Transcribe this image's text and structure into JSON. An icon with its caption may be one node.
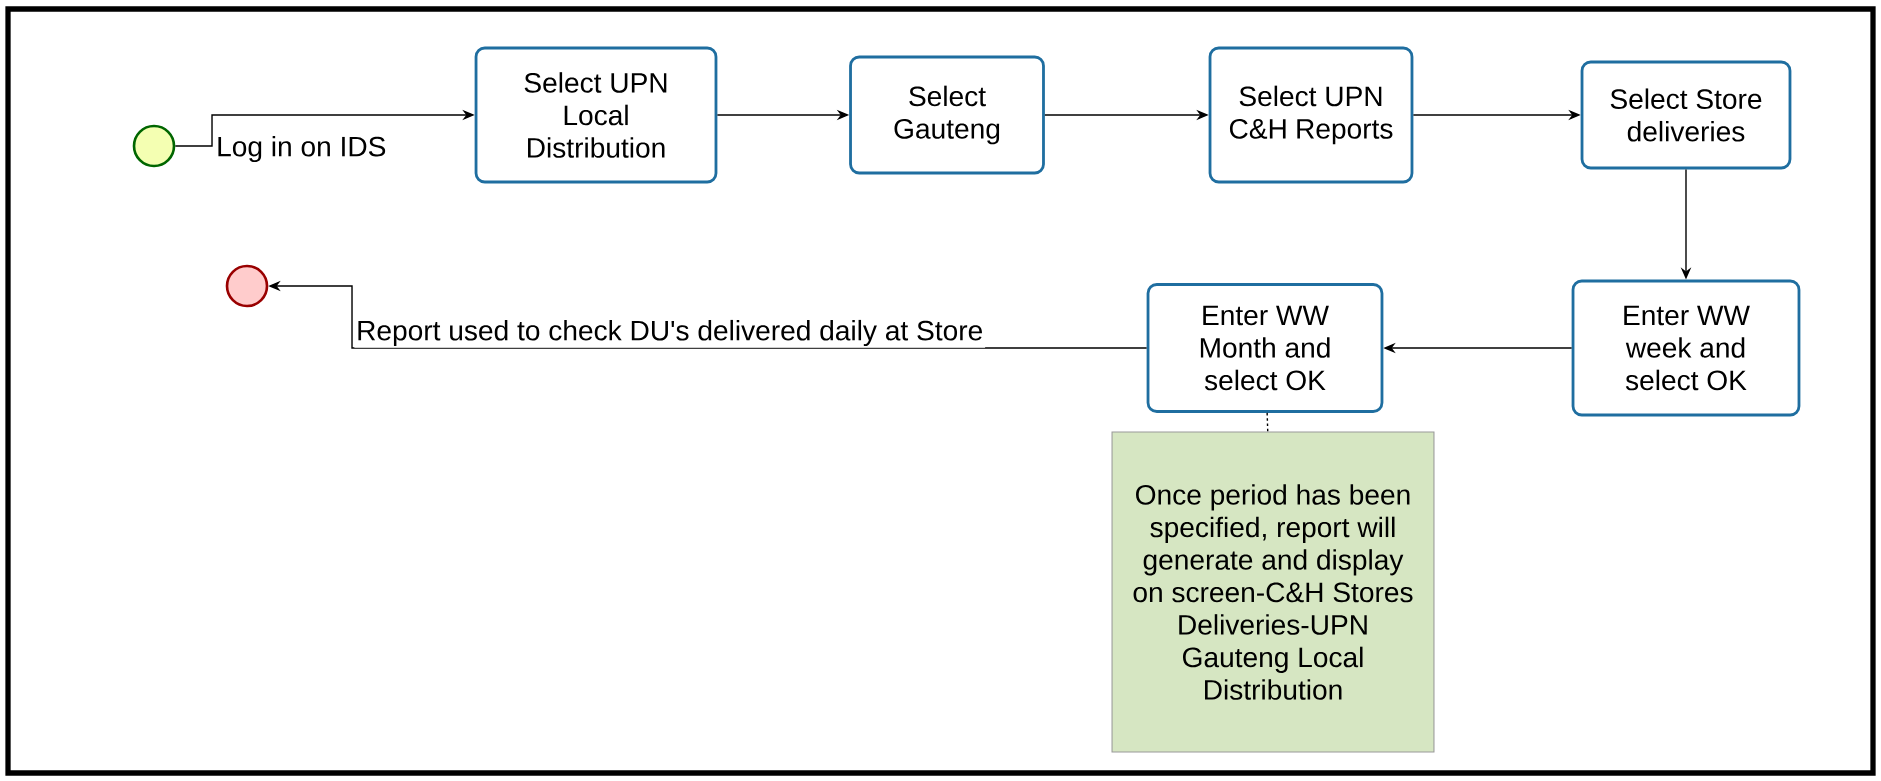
{
  "diagram": {
    "nodes": [
      {
        "text": [],
        "shape": "circle"
      },
      {
        "text": [
          "Select UPN Local Distribution"
        ]
      },
      {
        "text": [
          "Select Gauteng"
        ]
      },
      {
        "text": [
          "Select UPN C&H Reports"
        ]
      },
      {
        "text": [
          "Select Store deliveries"
        ]
      },
      {
        "text": [
          "Enter WW week and select OK"
        ]
      },
      {
        "text": [
          "Enter WW Month and select OK"
        ]
      },
      {
        "text": [],
        "shape": "circle"
      },
      {
        "text": [
          "Once period has been specified, report will generate and display on screen-C&H Stores Deliveries-UPN Gauteng Local Distribution"
        ]
      }
    ],
    "edges": [
      {
        "from": 0,
        "to": 1,
        "arrow": "to",
        "label": "Log in on IDS"
      },
      {
        "from": 1,
        "to": 2,
        "arrow": "to"
      },
      {
        "from": 2,
        "to": 3,
        "arrow": "to"
      },
      {
        "from": 3,
        "to": 4,
        "arrow": "to"
      },
      {
        "from": 4,
        "to": 5,
        "arrow": "to"
      },
      {
        "from": 5,
        "to": 6,
        "arrow": "to"
      },
      {
        "from": 6,
        "to": 7,
        "arrow": "to",
        "label": "Report used to check DU's delivered daily at Store"
      },
      {
        "from": 6,
        "to": 8,
        "arrow": "none",
        "style": "dashed"
      }
    ]
  }
}
